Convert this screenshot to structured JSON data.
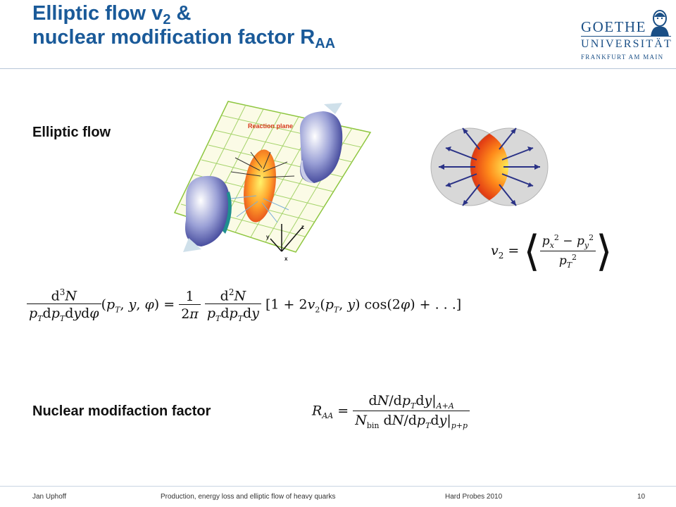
{
  "title": {
    "line1_main": "Elliptic flow v",
    "line1_sub": "2",
    "line1_tail": " &",
    "line2_main": "nuclear modification factor R",
    "line2_sub": "AA"
  },
  "logo": {
    "word1": "GOETHE",
    "word2": "UNIVERSITÄT",
    "word3": "FRANKFURT AM MAIN"
  },
  "sections": {
    "elliptic_flow_label": "Elliptic flow",
    "nuclear_label": "Nuclear modifaction factor"
  },
  "figure": {
    "reaction_plane_label": "Reaction plane",
    "axis_z": "z",
    "axis_y": "y",
    "axis_x": "x"
  },
  "colors": {
    "title_blue": "#1a5a99",
    "rule_blue": "#b7c6d8"
  },
  "footer": {
    "author": "Jan Uphoff",
    "talk_title": "Production, energy loss and elliptic flow of heavy quarks",
    "conference": "Hard Probes 2010",
    "page_number": "10"
  }
}
